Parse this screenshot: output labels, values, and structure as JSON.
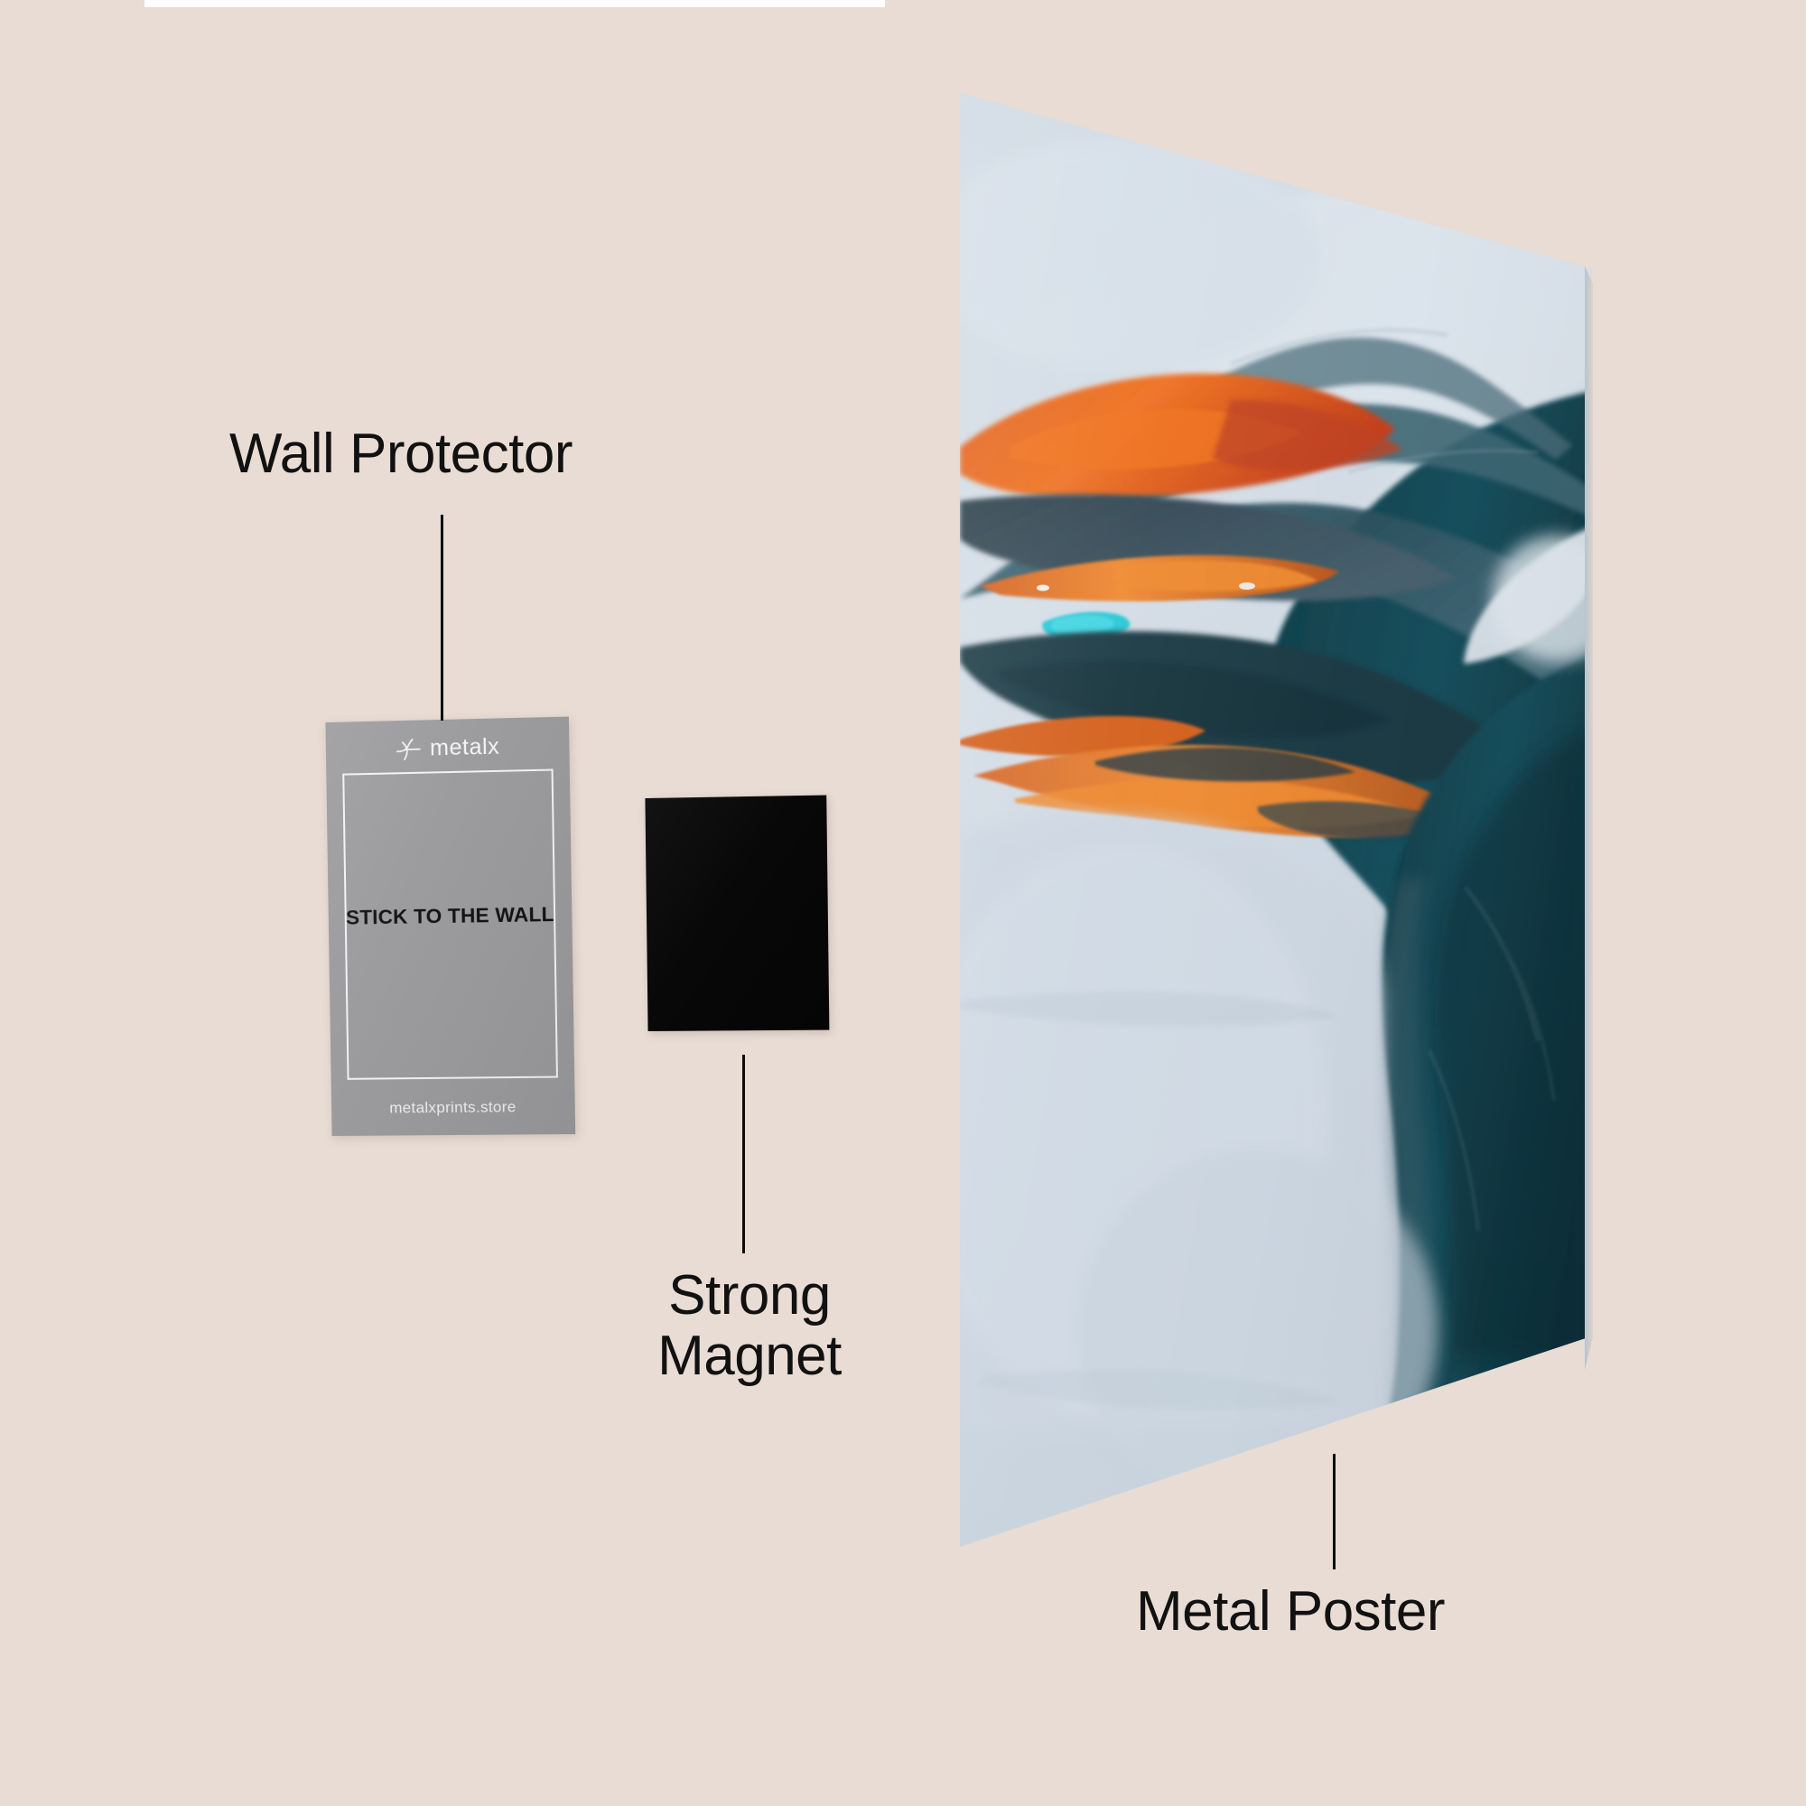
{
  "background": {
    "wall_color": "#e8dcd4",
    "top_strip_color": "#ffffff"
  },
  "callouts": [
    {
      "id": "wall-protector",
      "label": "Wall Protector",
      "line_color": "#0b0b0b"
    },
    {
      "id": "strong-magnet",
      "label": "Strong\nMagnet",
      "line_color": "#0b0b0b"
    },
    {
      "id": "metal-poster",
      "label": "Metal Poster",
      "line_color": "#0b0b0b"
    }
  ],
  "wall_protector_card": {
    "brand_name": "metalx",
    "brand_mark": "cross-mark-icon",
    "headline": "STICK TO THE WALL",
    "url": "metalxprints.store",
    "card_color": "#9a9a9c",
    "frame_color": "#f2f2f2",
    "headline_color": "#111111"
  },
  "magnet": {
    "color": "#050505",
    "shape": "square-panel"
  },
  "metal_poster": {
    "artwork_title": "abstract-brushstroke-art",
    "palette": {
      "background_blue": "#cfd8e2",
      "pale_blue": "#dbe3ec",
      "deep_teal": "#14454f",
      "slate_teal": "#3c6170",
      "dark_slate": "#2b3e48",
      "orange": "#e8621f",
      "orange_light": "#ef8a33",
      "red_orange": "#c94a22",
      "cyan_accent": "#2bc8d6",
      "edge_highlight": "#b9c3cf"
    }
  }
}
